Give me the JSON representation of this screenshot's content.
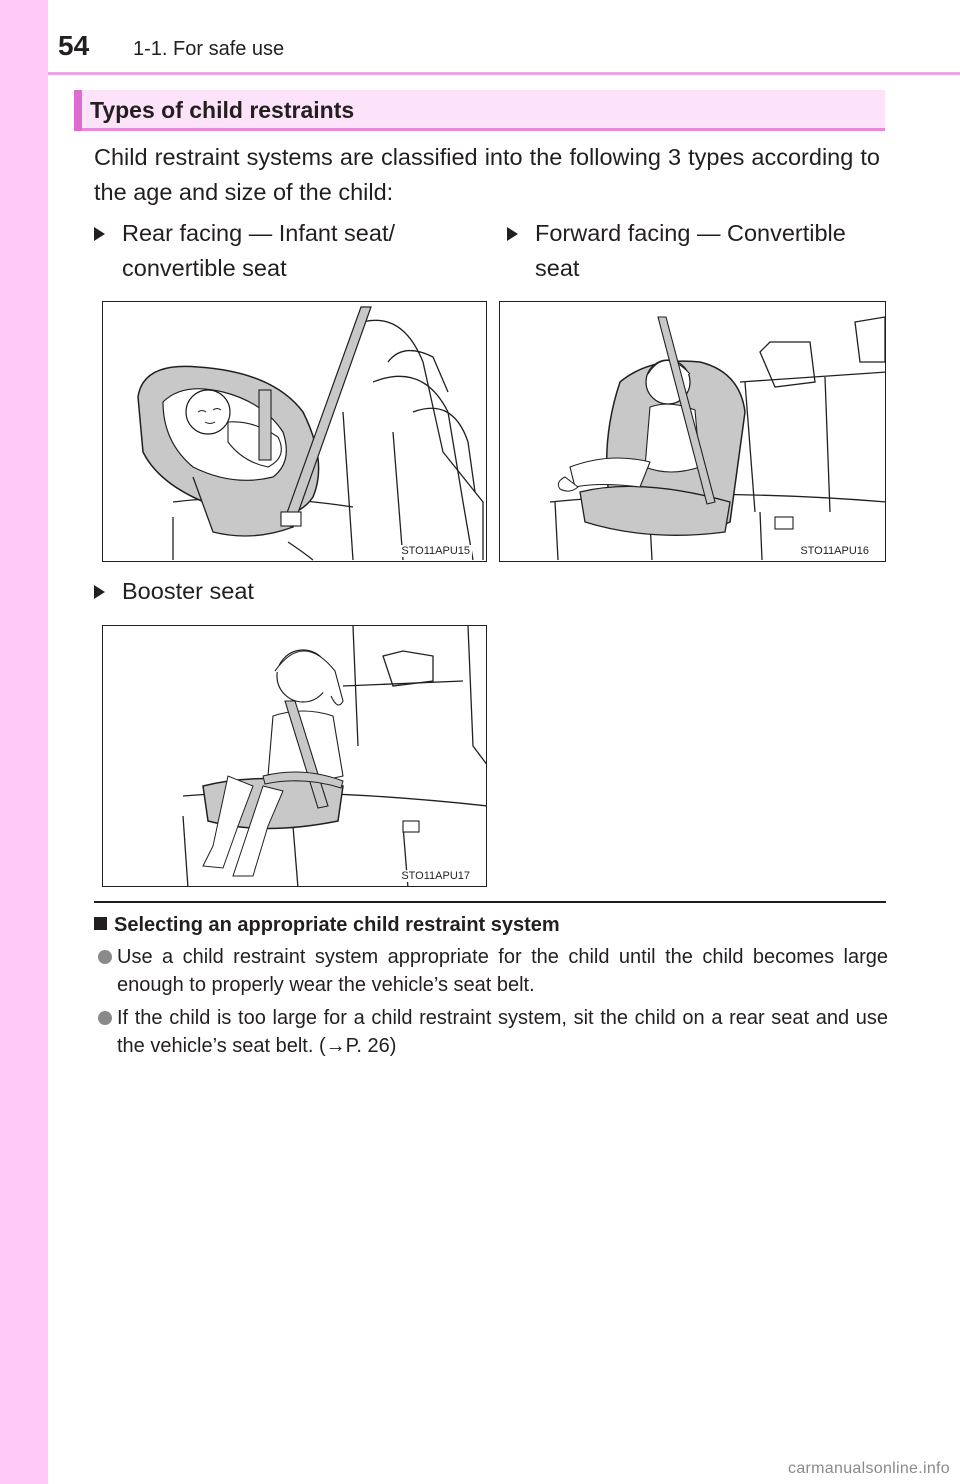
{
  "header": {
    "page_number": "54",
    "section": "1-1. For safe use"
  },
  "section_title": "Types of child restraints",
  "intro": "Child restraint systems are classified into the following 3 types according to the age and size of the child:",
  "types": [
    {
      "caption": "Rear facing — Infant seat/ convertible seat",
      "code": "STO11APU15"
    },
    {
      "caption": "Forward facing — Convertible seat",
      "code": "STO11APU16"
    },
    {
      "caption": "Booster seat",
      "code": "STO11APU17"
    }
  ],
  "subsection": {
    "heading": "Selecting an appropriate child restraint system",
    "bullets": [
      "Use a child restraint system appropriate for the child until the child becomes large enough to properly wear the vehicle’s seat belt.",
      "If the child is too large for a child restraint system, sit the child on a rear seat and use the vehicle’s seat belt. (→P. 26)"
    ]
  },
  "watermark": "carmanualsonline.info",
  "colors": {
    "side_band": "#ffc8f6",
    "header_rule": "#f0a6e6",
    "title_bar_bg": "#fde3f9",
    "title_bar_accent": "#e06bd0",
    "text": "#231f20",
    "seat_gray": "#c8c8c8"
  }
}
